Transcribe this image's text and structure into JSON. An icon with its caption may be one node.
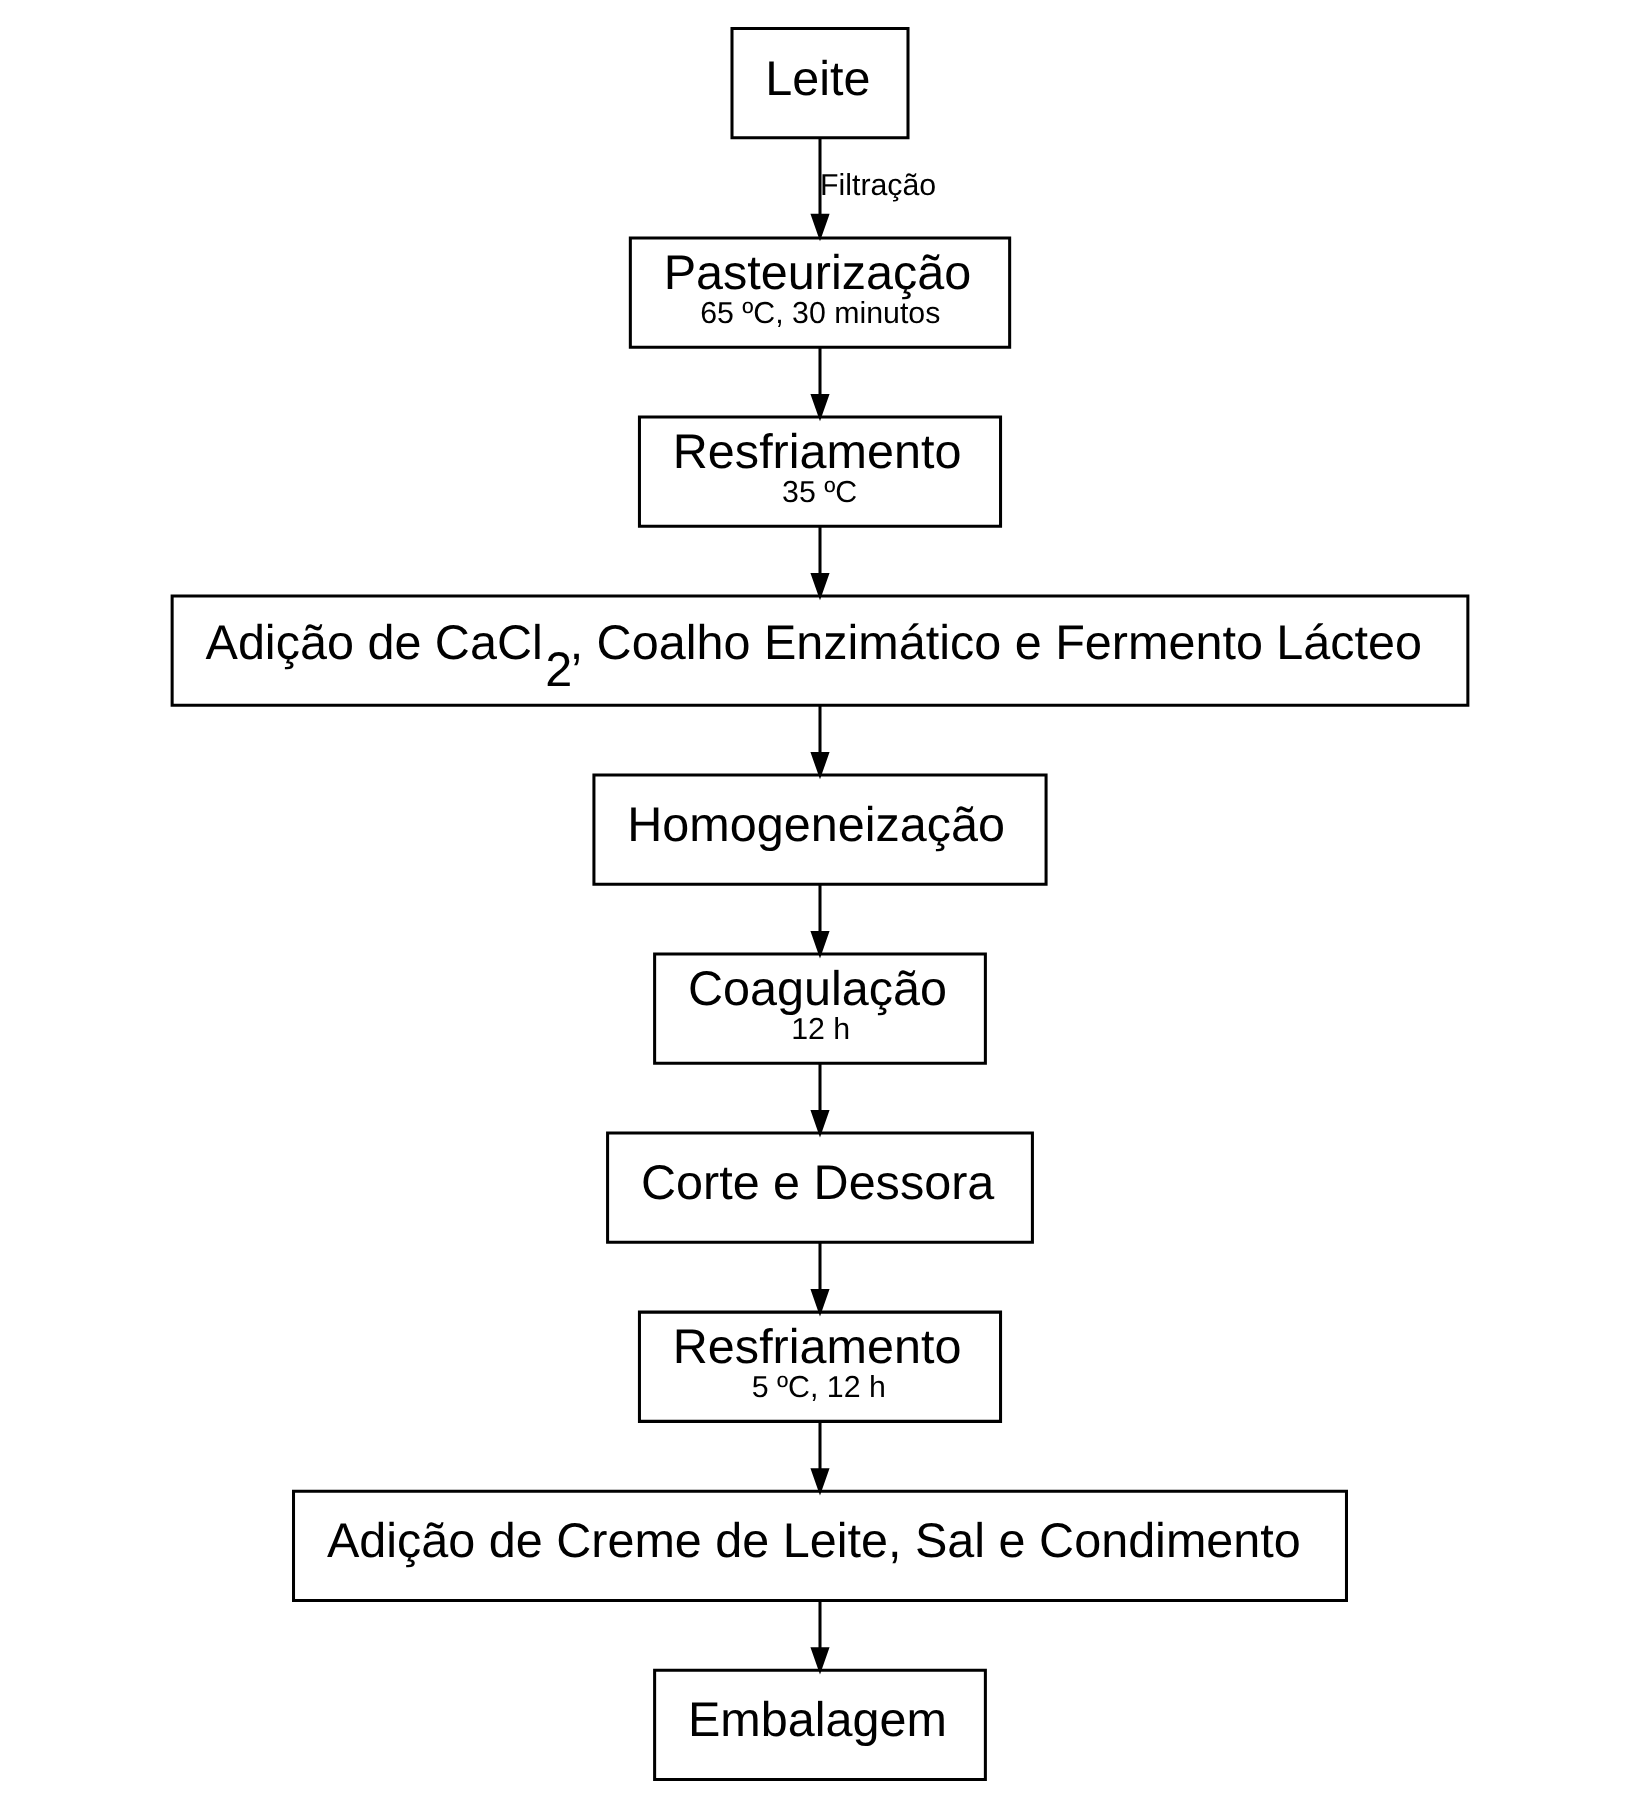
{
  "diagram": {
    "nodes": [
      {
        "text": [
          "Leite"
        ]
      },
      {
        "text": [
          "Pasteurização",
          "65 ºC, 30 minutos"
        ]
      },
      {
        "text": [
          "Resfriamento",
          "35 ºC"
        ]
      },
      {
        "text": [
          "Adição de CaCl$_{2}$, Coalho Enzimático e Fermento Lácteo"
        ]
      },
      {
        "text": [
          "Homogeneização"
        ]
      },
      {
        "text": [
          "Coagulação",
          "12 h"
        ]
      },
      {
        "text": [
          "Corte e Dessora"
        ]
      },
      {
        "text": [
          "Resfriamento",
          "5 ºC, 12 h"
        ]
      },
      {
        "text": [
          "Adição de Creme de Leite, Sal e Condimento"
        ]
      },
      {
        "text": [
          "Embalagem"
        ]
      }
    ],
    "edges": [
      {
        "from": 0,
        "to": 1,
        "arrow": "to",
        "label": "Filtração"
      },
      {
        "from": 1,
        "to": 2,
        "arrow": "to"
      },
      {
        "from": 2,
        "to": 3,
        "arrow": "to"
      },
      {
        "from": 3,
        "to": 4,
        "arrow": "to"
      },
      {
        "from": 4,
        "to": 5,
        "arrow": "to"
      },
      {
        "from": 5,
        "to": 6,
        "arrow": "to"
      },
      {
        "from": 6,
        "to": 7,
        "arrow": "to"
      },
      {
        "from": 7,
        "to": 8,
        "arrow": "to"
      },
      {
        "from": 8,
        "to": 9,
        "arrow": "to"
      }
    ]
  }
}
